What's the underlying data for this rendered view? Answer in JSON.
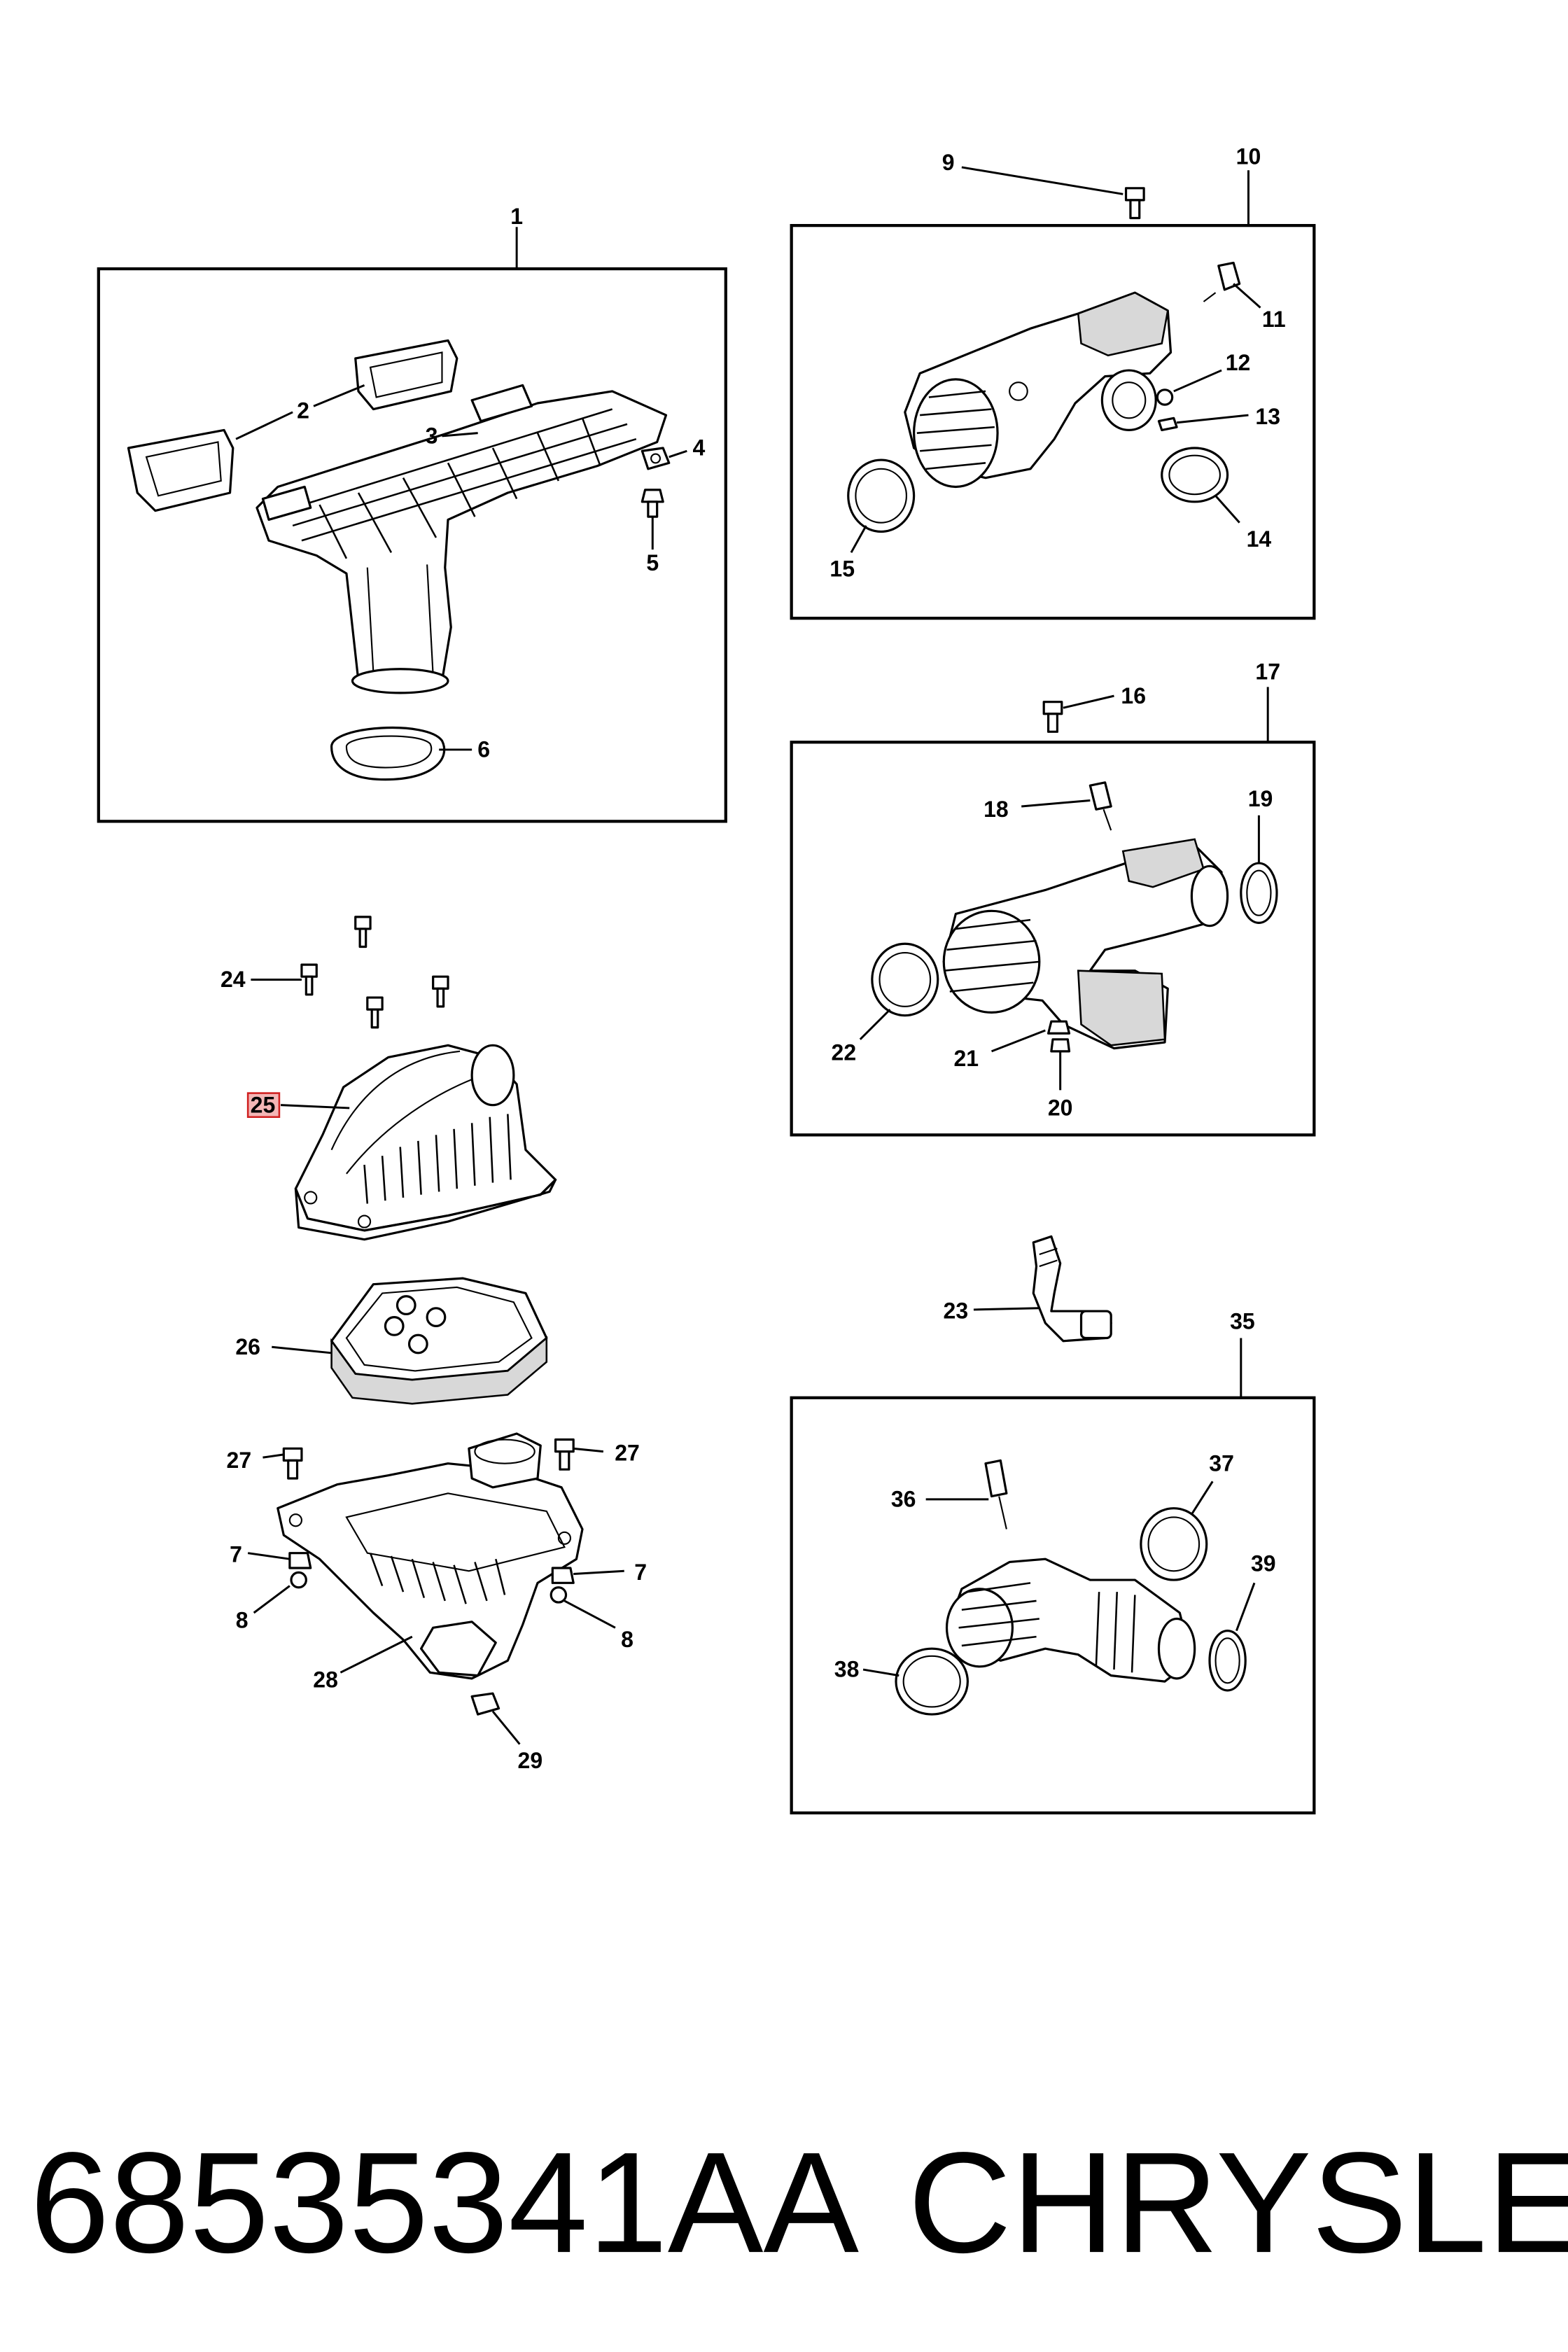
{
  "callouts": {
    "c1": "1",
    "c2": "2",
    "c3": "3",
    "c4": "4",
    "c5": "5",
    "c6": "6",
    "c7a": "7",
    "c7b": "7",
    "c8a": "8",
    "c8b": "8",
    "c9": "9",
    "c10": "10",
    "c11": "11",
    "c12": "12",
    "c13": "13",
    "c14": "14",
    "c15": "15",
    "c16": "16",
    "c17": "17",
    "c18": "18",
    "c19": "19",
    "c20": "20",
    "c21": "21",
    "c22": "22",
    "c23": "23",
    "c24": "24",
    "c25": "25",
    "c26": "26",
    "c27a": "27",
    "c27b": "27",
    "c28": "28",
    "c29": "29",
    "c35": "35",
    "c36": "36",
    "c37": "37",
    "c38": "38",
    "c39": "39"
  },
  "highlighted_callout": "25",
  "footer": {
    "part_number": "68535341AA",
    "brand": "CHRYSLER"
  }
}
